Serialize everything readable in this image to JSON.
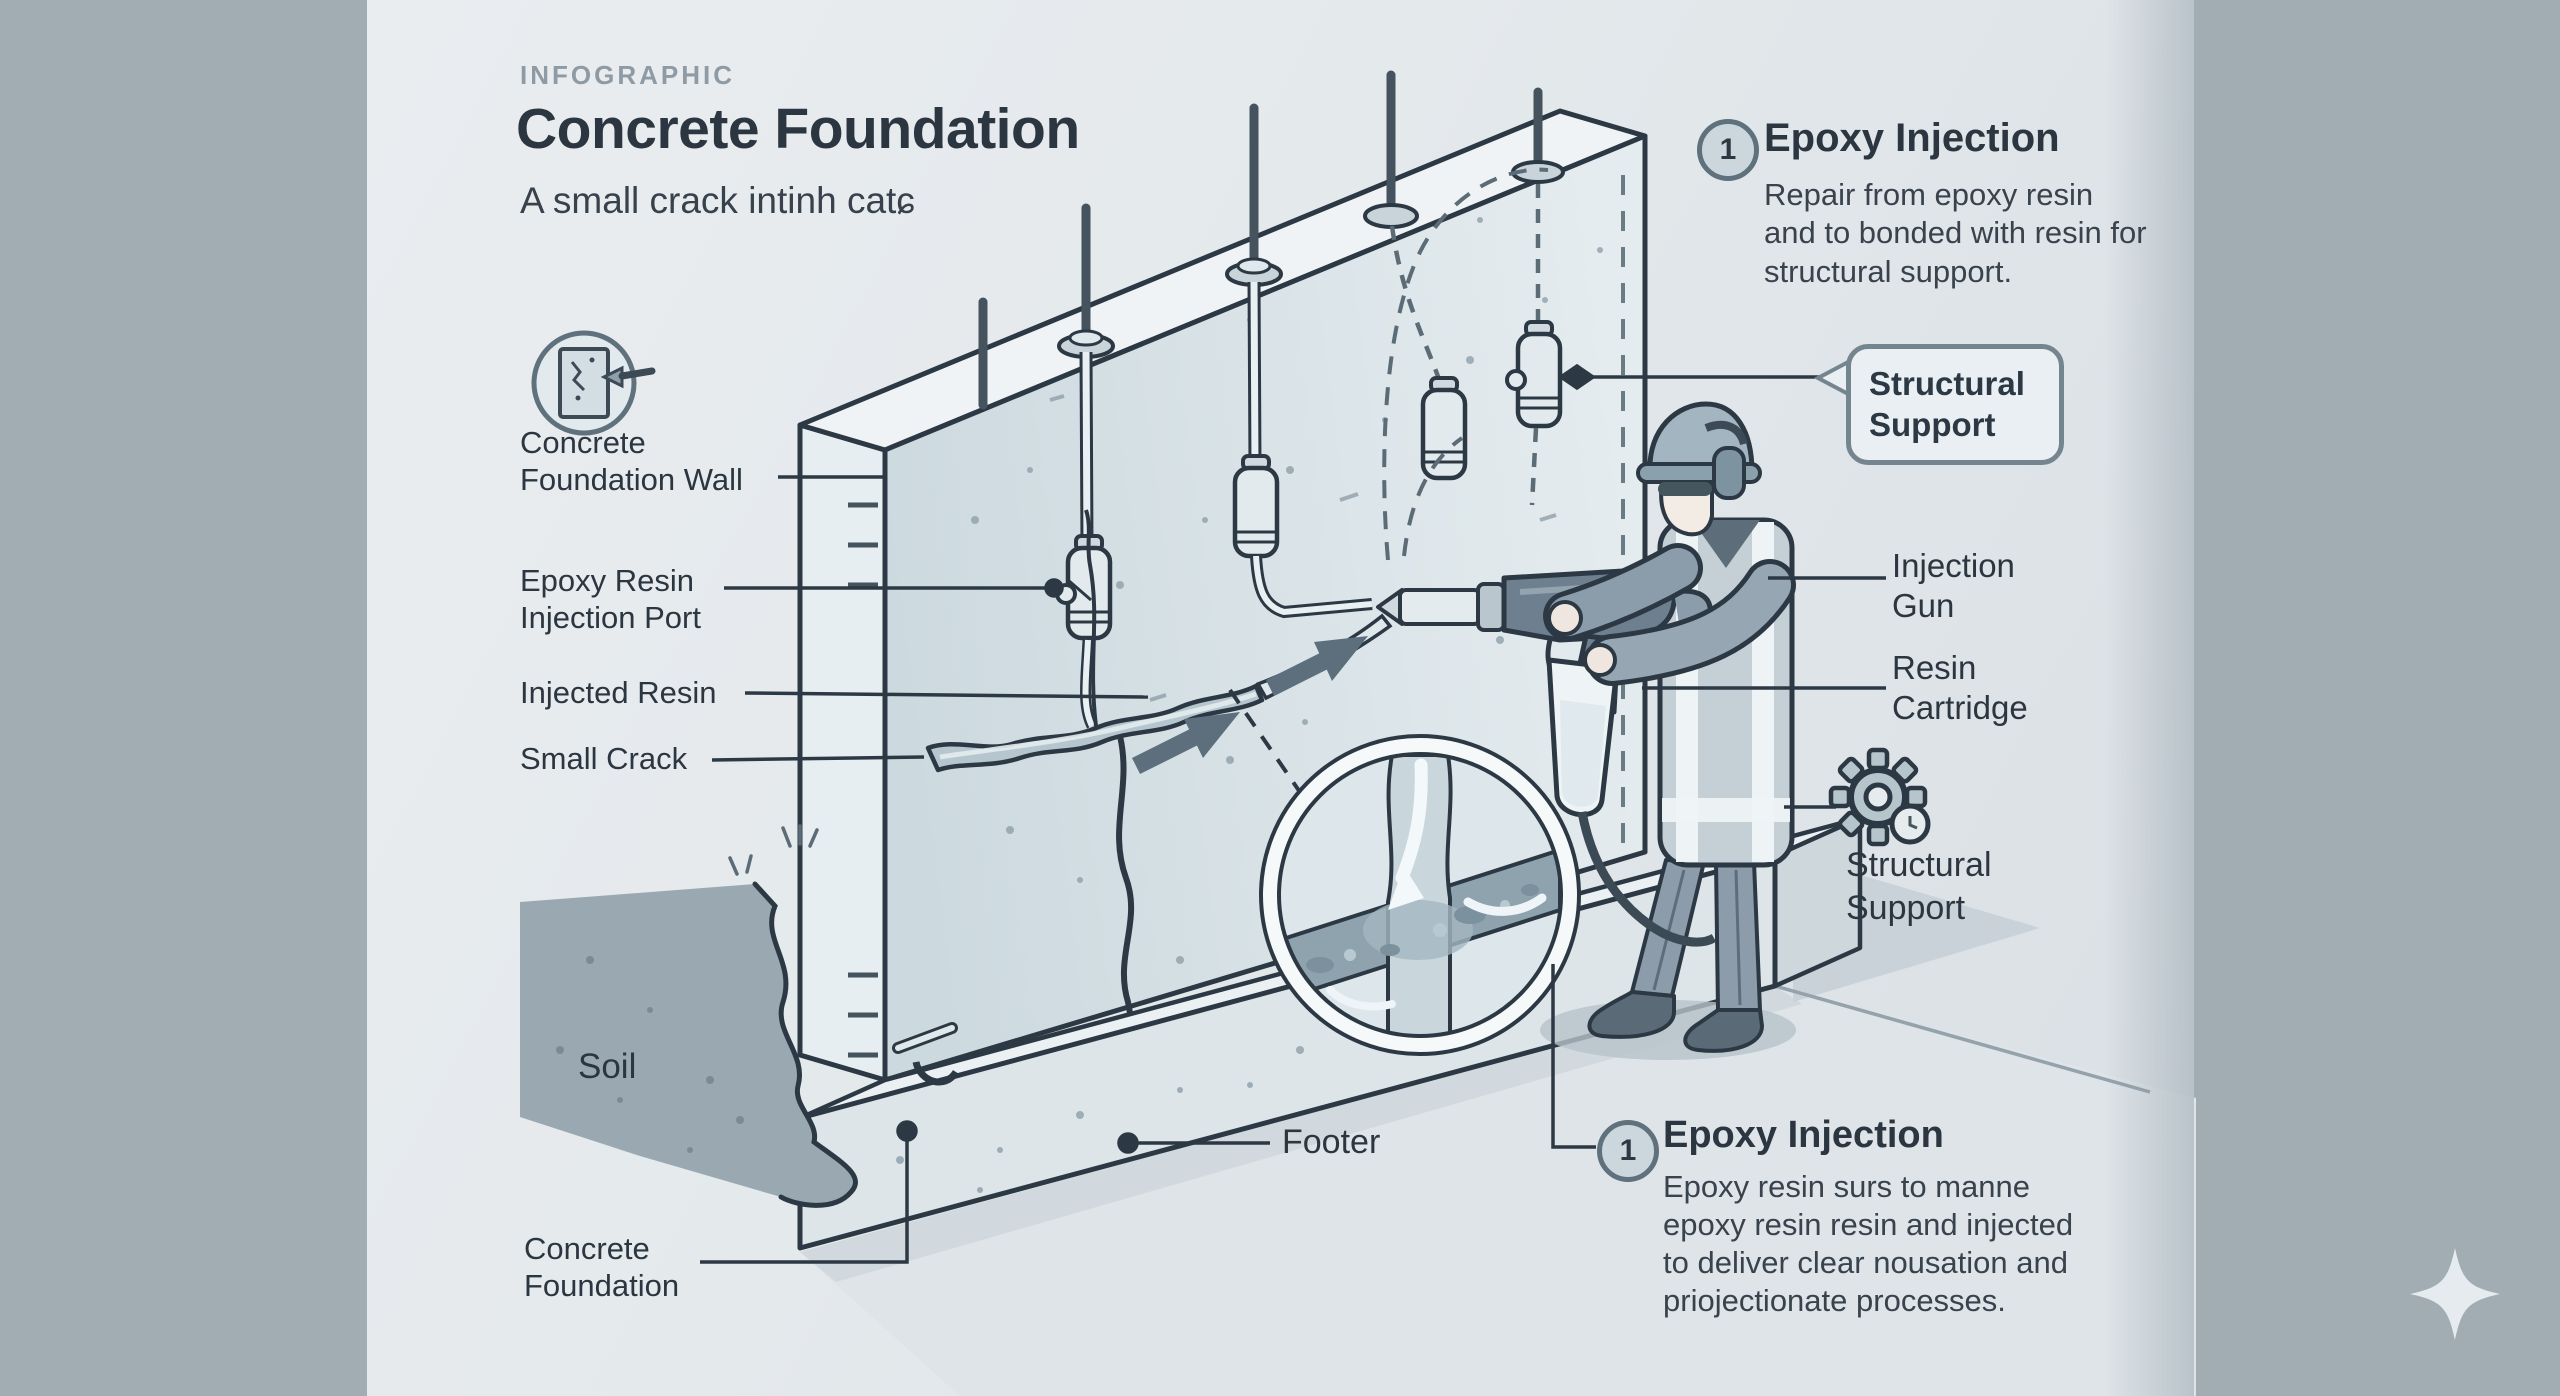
{
  "header": {
    "eyebrow": "INFOGRAPHIC",
    "title": "Concrete Foundation",
    "subtitle": "A small crack intinh catɕ"
  },
  "left_labels": {
    "wall": "Concrete Foundation Wall",
    "injection_port": "Epoxy Resin Injection Port",
    "injected_resin": "Injected Resin",
    "small_crack": "Small Crack",
    "soil": "Soil",
    "foundation": "Concrete Foundation"
  },
  "right_labels": {
    "injection_gun": "Injection Gun",
    "resin_cartridge": "Resin Cartridge",
    "structural_support_badge": "Structural Support",
    "structural_support_caption": "Structural Support",
    "footer": "Footer"
  },
  "steps": {
    "top": {
      "number": "1",
      "title": "Epoxy Injection",
      "body": "Repair from epoxy resin and to bonded with resin for structural support."
    },
    "bottom": {
      "number": "1",
      "title": "Epoxy Injection",
      "body": "Epoxy resin surs to manne epoxy resin resin and injected to deliver clear nousation and priojectionate processes."
    }
  },
  "icons": {
    "wall_crack_icon": "crack-repair-circle",
    "gear_icon": "gear-with-clock",
    "sparkle_icon": "four-point-sparkle"
  },
  "colors": {
    "margin_bg": "#a1acb3",
    "card_bg": "#e4e9ec",
    "outline": "#2c3944",
    "text_dark": "#2b3641",
    "text_body": "#39434d",
    "eyebrow": "#8e9aa4",
    "wall_fill": "#d9e3e8",
    "soil_fill": "#9aa9b1",
    "resin_fill": "#b6c6ce",
    "arrow_fill": "#5d6f7d",
    "badge_bg": "#e9eff2",
    "badge_border": "#75858f"
  }
}
